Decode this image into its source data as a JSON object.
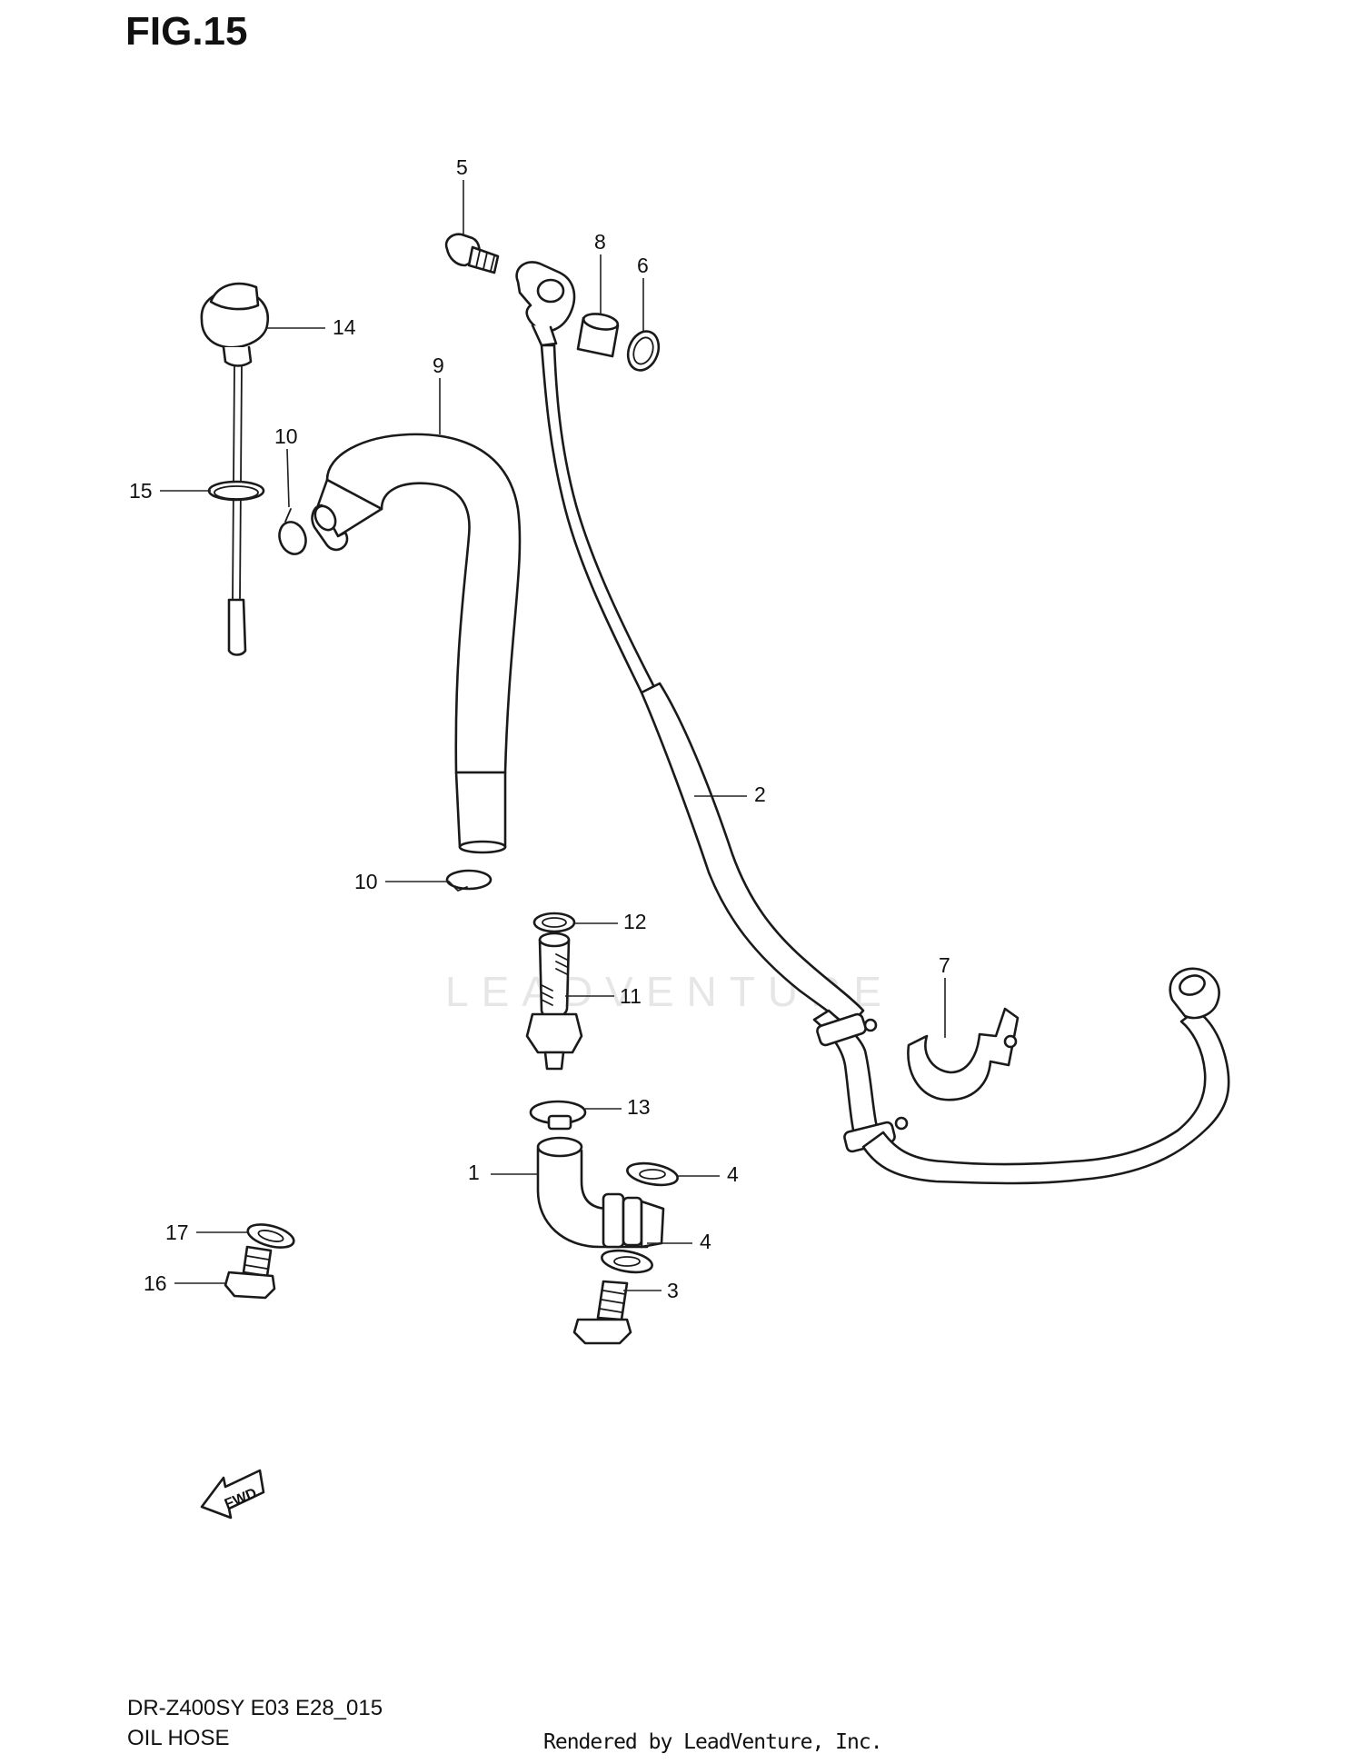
{
  "figure": {
    "title": "FIG.15",
    "model_code": "DR-Z400SY E03 E28_015",
    "part_name": "OIL HOSE",
    "credit": "Rendered by LeadVenture, Inc.",
    "watermark": "LEADVENTURE",
    "fwd_label": "FWD"
  },
  "callouts": [
    {
      "id": "c1",
      "label": "1"
    },
    {
      "id": "c2",
      "label": "2"
    },
    {
      "id": "c3",
      "label": "3"
    },
    {
      "id": "c4a",
      "label": "4"
    },
    {
      "id": "c4b",
      "label": "4"
    },
    {
      "id": "c5",
      "label": "5"
    },
    {
      "id": "c6",
      "label": "6"
    },
    {
      "id": "c7",
      "label": "7"
    },
    {
      "id": "c8",
      "label": "8"
    },
    {
      "id": "c9",
      "label": "9"
    },
    {
      "id": "c10a",
      "label": "10"
    },
    {
      "id": "c10b",
      "label": "10"
    },
    {
      "id": "c11",
      "label": "11"
    },
    {
      "id": "c12",
      "label": "12"
    },
    {
      "id": "c13",
      "label": "13"
    },
    {
      "id": "c14",
      "label": "14"
    },
    {
      "id": "c15",
      "label": "15"
    },
    {
      "id": "c16",
      "label": "16"
    },
    {
      "id": "c17",
      "label": "17"
    }
  ]
}
